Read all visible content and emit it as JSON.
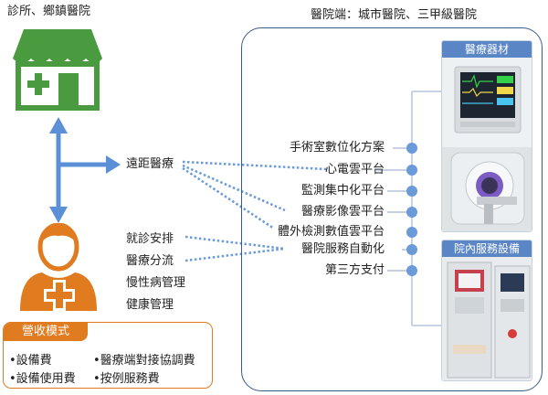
{
  "clinic": {
    "title": "診所、鄉鎮醫院"
  },
  "hospital": {
    "title": "醫院端：城市醫院、三甲級醫院",
    "items": [
      "手術室數位化方案",
      "心電雲平台",
      "監測集中化平台",
      "醫療影像雲平台",
      "體外檢測數值雲平台",
      "醫院服務自動化",
      "第三方支付"
    ],
    "equipment_card": {
      "title": "醫療器材"
    },
    "service_card": {
      "title": "院內服務設備"
    }
  },
  "telemedicine": {
    "label": "遠距醫療"
  },
  "patient_services": [
    "就診安排",
    "醫療分流",
    "慢性病管理",
    "健康管理"
  ],
  "revenue": {
    "title": "營收模式",
    "items": [
      "•設備費",
      "•醫療端對接協調費",
      "•設備使用費",
      "•按例服務費"
    ]
  },
  "colors": {
    "green": "#4a9a3f",
    "blue_arrow": "#5b8fd6",
    "orange": "#e07b20",
    "panel_border": "#3c5a86",
    "card_header": "#5b86c6",
    "dot": "#6a9ad8"
  }
}
